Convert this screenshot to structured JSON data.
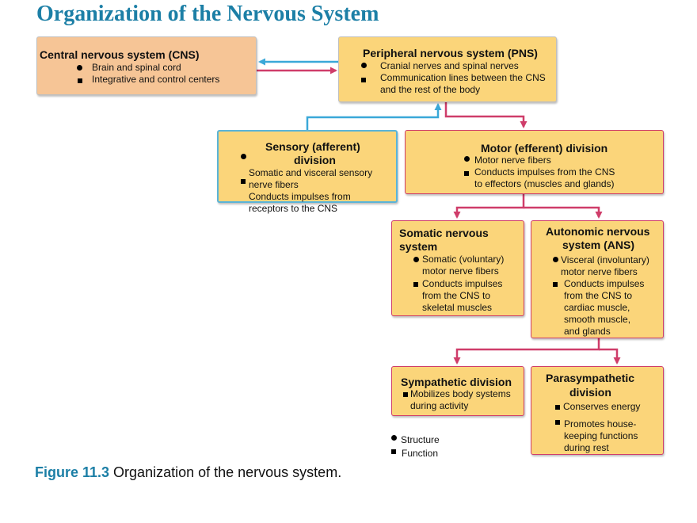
{
  "title": "Organization of the Nervous System",
  "cns": {
    "heading": "Central nervous system (CNS)",
    "structure": "Brain and spinal cord",
    "function": "Integrative and control centers"
  },
  "pns": {
    "heading": "Peripheral nervous system (PNS)",
    "structure": "Cranial nerves and spinal nerves",
    "function_l1": "Communication lines between the CNS",
    "function_l2": "and the rest of the body"
  },
  "sensory": {
    "heading_l1": "Sensory (afferent)",
    "heading_l2": "division",
    "l1": "Somatic and visceral sensory",
    "l2": "nerve fibers",
    "l3": "Conducts impulses from",
    "l4": "receptors to the CNS"
  },
  "motor": {
    "heading": "Motor (efferent) division",
    "structure": "Motor nerve fibers",
    "function_l1": "Conducts impulses from the CNS",
    "function_l2": "to effectors (muscles and glands)"
  },
  "somatic": {
    "heading_l1": "Somatic nervous",
    "heading_l2": "system",
    "structure_l1": "Somatic (voluntary)",
    "structure_l2": "motor nerve fibers",
    "function_l1": "Conducts impulses",
    "function_l2": "from the CNS to",
    "function_l3": "skeletal muscles"
  },
  "ans": {
    "heading_l1": "Autonomic nervous",
    "heading_l2": "system (ANS)",
    "structure_l1": "Visceral (involuntary)",
    "structure_l2": "motor nerve fibers",
    "function_l1": "Conducts impulses",
    "function_l2": "from the CNS to",
    "function_l3": "cardiac muscle,",
    "function_l4": "smooth muscle,",
    "function_l5": "and glands"
  },
  "sympathetic": {
    "heading": "Sympathetic division",
    "function_l1": "Mobilizes body systems",
    "function_l2": "during activity"
  },
  "parasympathetic": {
    "heading_l1": "Parasympathetic",
    "heading_l2": "division",
    "function_a": "Conserves energy",
    "function_b_l1": "Promotes house-",
    "function_b_l2": "keeping functions",
    "function_b_l3": "during rest"
  },
  "legend": {
    "structure": "Structure",
    "function": "Function"
  },
  "caption": {
    "figure_label": "Figure 11.3",
    "text": " Organization of the nervous system."
  },
  "colors": {
    "title": "#1c7fa6",
    "box_fill": "#fbd57a",
    "cns_fill": "#f6c596",
    "efferent_arrow": "#cf3d6a",
    "afferent_arrow": "#3aa8d8"
  }
}
